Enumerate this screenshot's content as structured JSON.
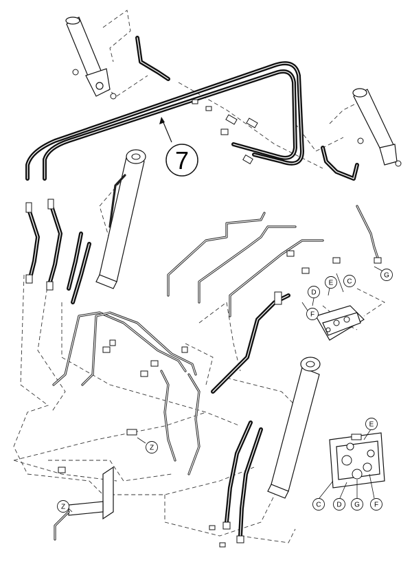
{
  "diagram": {
    "main_callout": "7",
    "port_labels": {
      "upper_C": "C",
      "upper_D": "D",
      "upper_E": "E",
      "upper_F": "F",
      "upper_G": "G",
      "lower_E": "E",
      "lower_C": "C",
      "lower_D": "D",
      "lower_G": "G",
      "lower_F": "F",
      "z_upper": "Z",
      "z_lower": "Z"
    }
  }
}
